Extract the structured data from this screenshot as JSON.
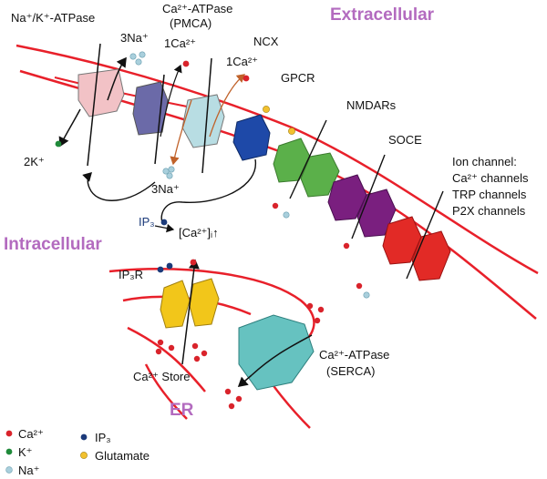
{
  "regions": {
    "extracellular": "Extracellular",
    "intracellular": "Intracellular",
    "er": "ER"
  },
  "labels": {
    "nak_atpase": "Na⁺/K⁺-ATPase",
    "na3_top": "3Na⁺",
    "pmca_line1": "Ca²⁺-ATPase",
    "pmca_line2": "(PMCA)",
    "ca1_pmca": "1Ca²⁺",
    "ncx": "NCX",
    "ca1_ncx": "1Ca²⁺",
    "gpcr": "GPCR",
    "nmdars": "NMDARs",
    "soce": "SOCE",
    "ion_channel_1": "Ion channel:",
    "ion_channel_2": "Ca²⁺ channels",
    "ion_channel_3": "TRP channels",
    "ion_channel_4": "P2X channels",
    "k2": "2K⁺",
    "na3_bottom": "3Na⁺",
    "ip3": "IP₃",
    "ca_rise": "[Ca²⁺]ᵢ↑",
    "ip3r": "IP₃R",
    "ca_store": "Ca²⁺ Store",
    "serca_line1": "Ca²⁺-ATPase",
    "serca_line2": "(SERCA)"
  },
  "legend": {
    "ca": "Ca²⁺",
    "k": "K⁺",
    "na": "Na⁺",
    "ip3": "IP₃",
    "glutamate": "Glutamate"
  },
  "colors": {
    "membrane": "#e8202a",
    "ca": "#d9232b",
    "k": "#1f8a3a",
    "na": "#a9cfdc",
    "ip3": "#1b3a7a",
    "glutamate": "#f2c12e",
    "region_text": "#b36bbf",
    "nak_pump": "#f2c2c6",
    "pmca_pump": "#6b6aa8",
    "ncx_pump": "#b8dde3",
    "gpcr": "#1e49a8",
    "nmdar": "#5bb04a",
    "soce": "#7a1f7f",
    "ion_channel": "#e22a26",
    "ip3r": "#f2c61a",
    "serca": "#66c2c0"
  }
}
